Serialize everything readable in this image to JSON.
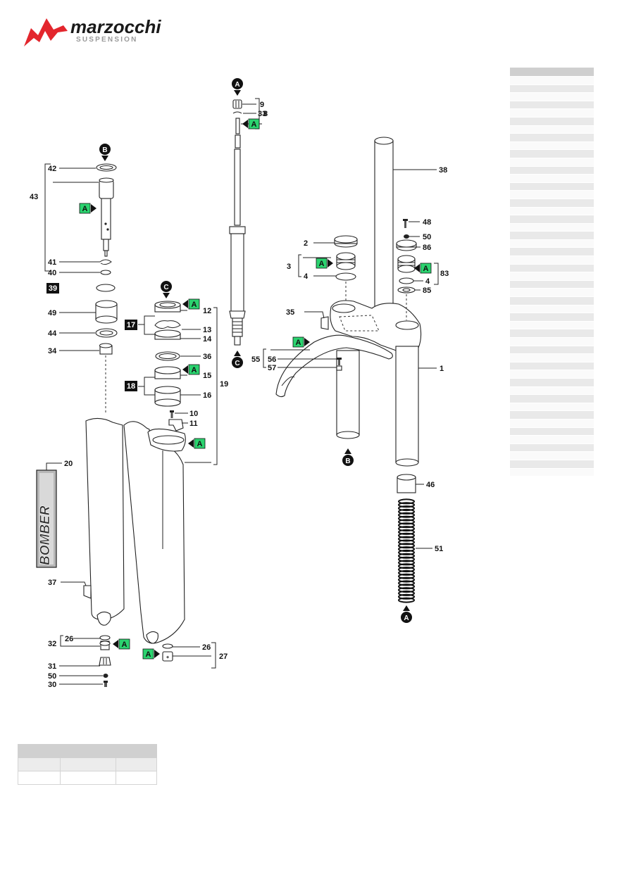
{
  "brand": {
    "name": "marzocchi",
    "tagline": "SUSPENSION",
    "color": "#e3262d",
    "wordmark_color": "#1a1a1a",
    "tagline_color": "#9a9a9a"
  },
  "decal_text": "BOMBER",
  "callout_color": "#2bd36f",
  "group_tag_color": "#111111",
  "markers": {
    "a": "A",
    "b": "B",
    "c": "C"
  },
  "groups": {
    "g17": "17",
    "g18": "18",
    "g39": "39"
  },
  "labels": {
    "l1": "1",
    "l2": "2",
    "l3": "3",
    "l4a": "4",
    "l4b": "4",
    "l8": "8",
    "l9": "9",
    "l10": "10",
    "l11": "11",
    "l12": "12",
    "l13": "13",
    "l14": "14",
    "l15": "15",
    "l16": "16",
    "l19": "19",
    "l20": "20",
    "l26a": "26",
    "l26b": "26",
    "l27": "27",
    "l30": "30",
    "l31": "31",
    "l32": "32",
    "l33": "33",
    "l34": "34",
    "l35": "35",
    "l36": "36",
    "l37": "37",
    "l38": "38",
    "l40": "40",
    "l41": "41",
    "l42": "42",
    "l43": "43",
    "l44": "44",
    "l46": "46",
    "l48": "48",
    "l49": "49",
    "l50a": "50",
    "l50b": "50",
    "l51": "51",
    "l55": "55",
    "l56": "56",
    "l57": "57",
    "l83": "83",
    "l85": "85",
    "l86": "86"
  },
  "parts_table": {
    "rows": 50,
    "columns": 3
  },
  "mini_table": {
    "rows": 3,
    "columns": 3
  }
}
